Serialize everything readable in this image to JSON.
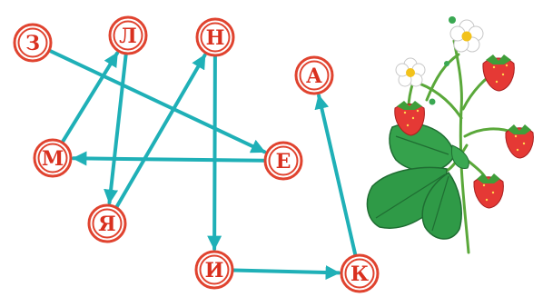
{
  "nodes": [
    {
      "id": "z",
      "letter": "З"
    },
    {
      "id": "l",
      "letter": "Л"
    },
    {
      "id": "n",
      "letter": "Н"
    },
    {
      "id": "a",
      "letter": "А"
    },
    {
      "id": "m",
      "letter": "М"
    },
    {
      "id": "e",
      "letter": "Е"
    },
    {
      "id": "ya",
      "letter": "Я"
    },
    {
      "id": "i",
      "letter": "И"
    },
    {
      "id": "k",
      "letter": "К"
    }
  ],
  "arrows": [
    {
      "from": "z",
      "to": "e"
    },
    {
      "from": "e",
      "to": "m"
    },
    {
      "from": "m",
      "to": "l"
    },
    {
      "from": "l",
      "to": "ya"
    },
    {
      "from": "ya",
      "to": "n"
    },
    {
      "from": "n",
      "to": "i"
    },
    {
      "from": "i",
      "to": "k"
    },
    {
      "from": "k",
      "to": "a"
    }
  ],
  "colors": {
    "circle": "#e0432f",
    "letter": "#d9301f",
    "arrow": "#1fb0b7",
    "strawberry": "#e53935",
    "leaf": "#2e9e4a",
    "flower": "#ffffff"
  },
  "illustration": "strawberry-plant"
}
